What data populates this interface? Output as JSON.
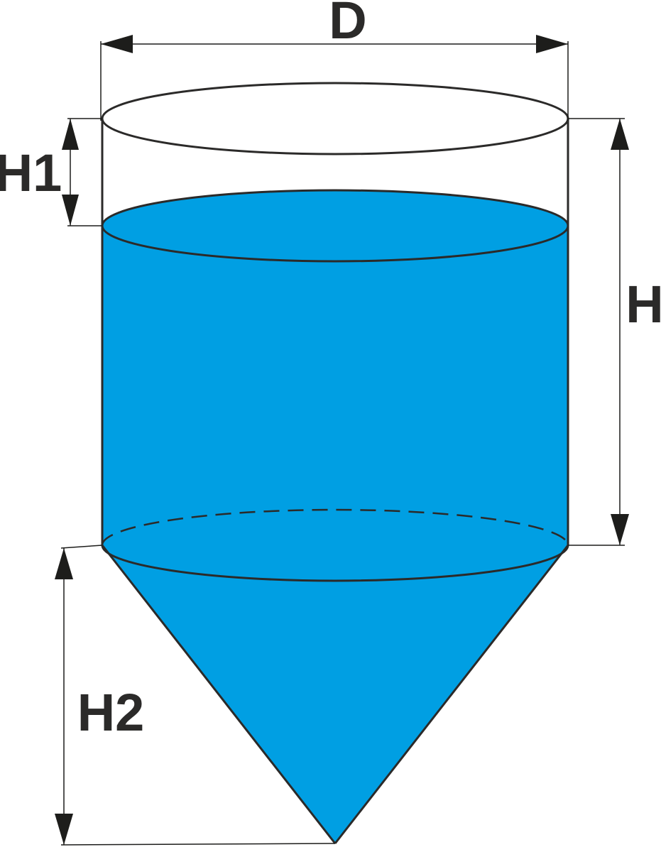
{
  "labels": {
    "diameter": "D",
    "total_height": "H",
    "freeboard_height": "H1",
    "cone_height": "H2"
  },
  "colors": {
    "liquid_fill": "#009FE3",
    "outline": "#2B2A29",
    "dimension_line": "#1D1D1B",
    "label_text": "#2B2A29",
    "background": "#FFFFFF"
  }
}
